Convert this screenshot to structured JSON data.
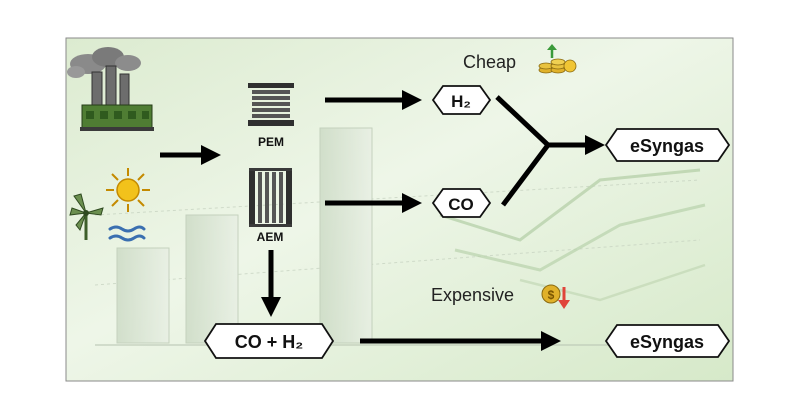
{
  "diagram": {
    "labels": {
      "cheap": "Cheap",
      "expensive": "Expensive",
      "pem": "PEM",
      "aem": "AEM",
      "h2": "H₂",
      "co": "CO",
      "co_h2": "CO + H₂",
      "esyngas_top": "eSyngas",
      "esyngas_bottom": "eSyngas"
    },
    "colors": {
      "arrow": "#000000",
      "factory_body": "#4f7d33",
      "smoke": "#7a7a7a",
      "sun": "#f2c21b",
      "water": "#3a6fb0",
      "coin": "#e0b12a",
      "down_arrow": "#e0443a",
      "up_arrow": "#3a9a3a",
      "stack": "#4a4a4a",
      "background": "#e6f2dc"
    },
    "icons": [
      "factory-icon",
      "wind-turbine-icon",
      "sun-icon",
      "water-icon",
      "pem-stack-icon",
      "aem-stack-icon",
      "money-up-icon",
      "money-down-icon"
    ]
  }
}
